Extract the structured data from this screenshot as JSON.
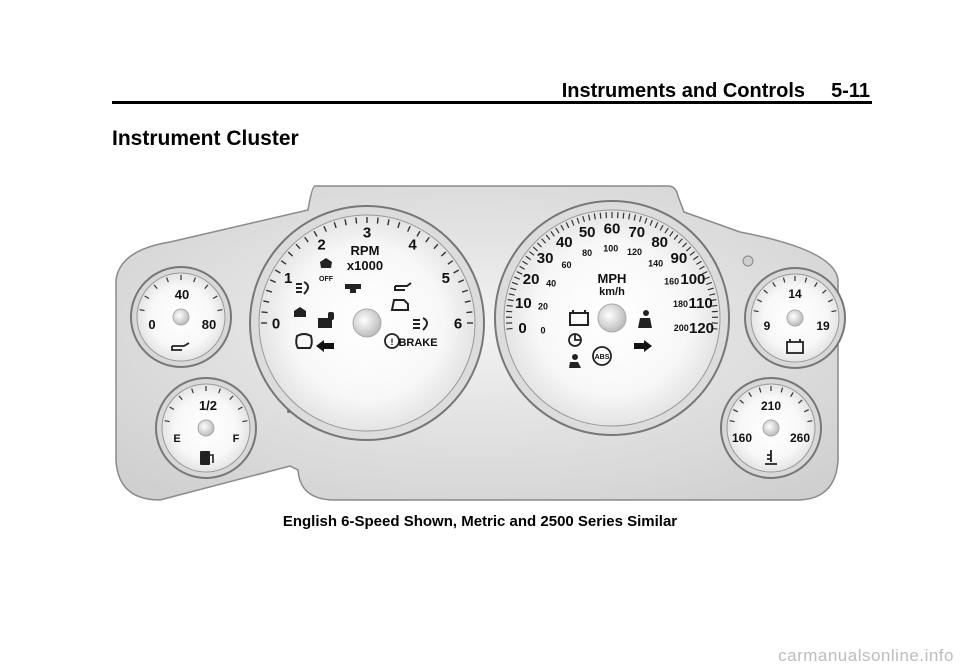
{
  "header": {
    "section": "Instruments and Controls",
    "page": "5-11"
  },
  "title": "Instrument Cluster",
  "caption": "English 6-Speed Shown, Metric and 2500 Series Similar",
  "watermark": "carmanualsonline.info",
  "cluster": {
    "tachometer": {
      "unit_line1": "RPM",
      "unit_line2": "x1000",
      "labels": [
        "0",
        "1",
        "2",
        "3",
        "4",
        "5",
        "6"
      ],
      "traction_off": "OFF",
      "brake": "BRAKE"
    },
    "speedometer": {
      "unit_mph": "MPH",
      "unit_kmh": "km/h",
      "mph_labels": [
        "0",
        "10",
        "20",
        "30",
        "40",
        "50",
        "60",
        "70",
        "80",
        "90",
        "100",
        "110",
        "120"
      ],
      "kmh_labels": [
        "0",
        "20",
        "40",
        "60",
        "80",
        "100",
        "120",
        "140",
        "160",
        "180",
        "200"
      ],
      "abs": "ABS"
    },
    "oil_pressure": {
      "labels": [
        "0",
        "40",
        "80"
      ]
    },
    "fuel": {
      "labels": [
        "E",
        "1/2",
        "F"
      ]
    },
    "voltmeter": {
      "labels": [
        "9",
        "14",
        "19"
      ]
    },
    "coolant": {
      "labels": [
        "160",
        "210",
        "260"
      ]
    }
  }
}
